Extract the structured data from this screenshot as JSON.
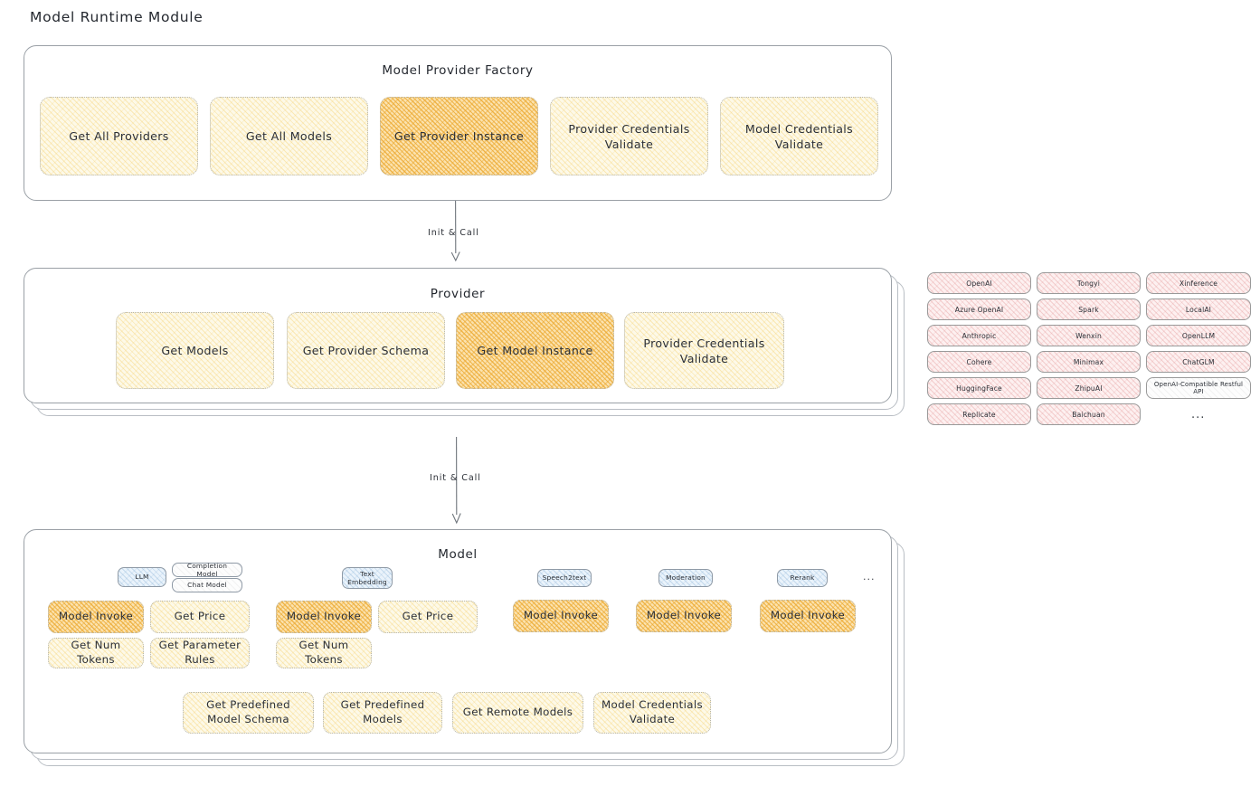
{
  "page": {
    "title": "Model Runtime Module"
  },
  "arrows": [
    {
      "label": "Init & Call"
    },
    {
      "label": "Init & Call"
    }
  ],
  "factory": {
    "title": "Model Provider Factory",
    "boxes": [
      {
        "label": "Get All Providers",
        "highlight": false
      },
      {
        "label": "Get All Models",
        "highlight": false
      },
      {
        "label": "Get Provider Instance",
        "highlight": true
      },
      {
        "label": "Provider Credentials Validate",
        "highlight": false
      },
      {
        "label": "Model Credentials Validate",
        "highlight": false
      }
    ]
  },
  "provider": {
    "title": "Provider",
    "boxes": [
      {
        "label": "Get Models",
        "highlight": false
      },
      {
        "label": "Get Provider Schema",
        "highlight": false
      },
      {
        "label": "Get Model Instance",
        "highlight": true
      },
      {
        "label": "Provider Credentials Validate",
        "highlight": false
      }
    ]
  },
  "provider_list": {
    "ellipsis": "...",
    "columns": [
      {
        "items": [
          "OpenAI",
          "Azure OpenAI",
          "Anthropic",
          "Cohere",
          "HuggingFace",
          "Replicate"
        ]
      },
      {
        "items": [
          "Tongyi",
          "Spark",
          "Wenxin",
          "Minimax",
          "ZhipuAI",
          "Baichuan"
        ]
      },
      {
        "items": [
          "Xinference",
          "LocalAI",
          "OpenLLM",
          "ChatGLM",
          "OpenAI-Compatible Restful API"
        ]
      }
    ]
  },
  "model": {
    "title": "Model",
    "ellipsis": "...",
    "groups": [
      {
        "tag": "LLM",
        "subtags": [
          "Completion Model",
          "Chat Model"
        ],
        "boxes": [
          {
            "label": "Model Invoke",
            "highlight": true
          },
          {
            "label": "Get Price",
            "highlight": false
          },
          {
            "label": "Get Num Tokens",
            "highlight": false
          },
          {
            "label": "Get Parameter Rules",
            "highlight": false
          }
        ]
      },
      {
        "tag": "Text Embedding",
        "subtags": [],
        "boxes": [
          {
            "label": "Model Invoke",
            "highlight": true
          },
          {
            "label": "Get Price",
            "highlight": false
          },
          {
            "label": "Get Num Tokens",
            "highlight": false
          }
        ]
      },
      {
        "tag": "Speech2text",
        "subtags": [],
        "boxes": [
          {
            "label": "Model Invoke",
            "highlight": true
          }
        ]
      },
      {
        "tag": "Moderation",
        "subtags": [],
        "boxes": [
          {
            "label": "Model Invoke",
            "highlight": true
          }
        ]
      },
      {
        "tag": "Rerank",
        "subtags": [],
        "boxes": [
          {
            "label": "Model Invoke",
            "highlight": true
          }
        ]
      }
    ],
    "common_boxes": [
      {
        "label": "Get Predefined Model Schema"
      },
      {
        "label": "Get Predefined Models"
      },
      {
        "label": "Get Remote Models"
      },
      {
        "label": "Model Credentials Validate"
      }
    ]
  },
  "colors": {
    "highlight_fill": "#fbe2ae",
    "light_fill": "#fdf9e8",
    "provider_chip_fill": "#fdf0f0",
    "tag_fill": "#eaf3fb",
    "stroke": "#9aa0a6",
    "text": "#2b2f36"
  }
}
